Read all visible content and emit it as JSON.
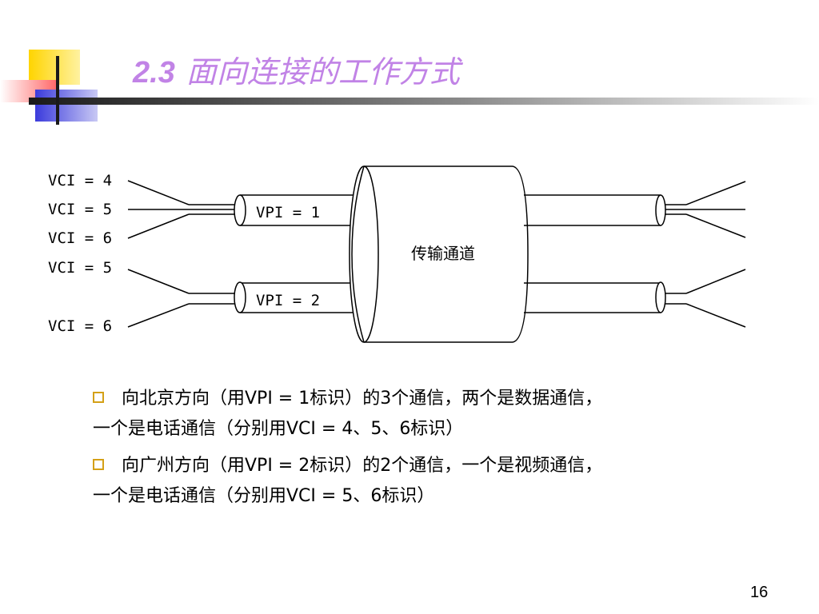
{
  "title": {
    "number": "2.3",
    "text": "面向连接的工作方式"
  },
  "diagram": {
    "left_labels": [
      "VCI = 4",
      "VCI = 5",
      "VCI = 6",
      "VCI = 5",
      "VCI = 6"
    ],
    "vpi_labels": [
      "VPI = 1",
      "VPI = 2"
    ],
    "channel_label": "传输通道"
  },
  "bullets": [
    {
      "line1": "向北京方向（用VPI = 1标识）的3个通信，两个是数据通信，",
      "line2": "一个是电话通信（分别用VCI = 4、5、6标识）"
    },
    {
      "line1": "向广州方向（用VPI = 2标识）的2个通信，一个是视频通信，",
      "line2": "一个是电话通信（分别用VCI = 5、6标识）"
    }
  ],
  "page_number": "16",
  "colors": {
    "title": "#c183e6",
    "bullet_marker": "#d4a017"
  }
}
